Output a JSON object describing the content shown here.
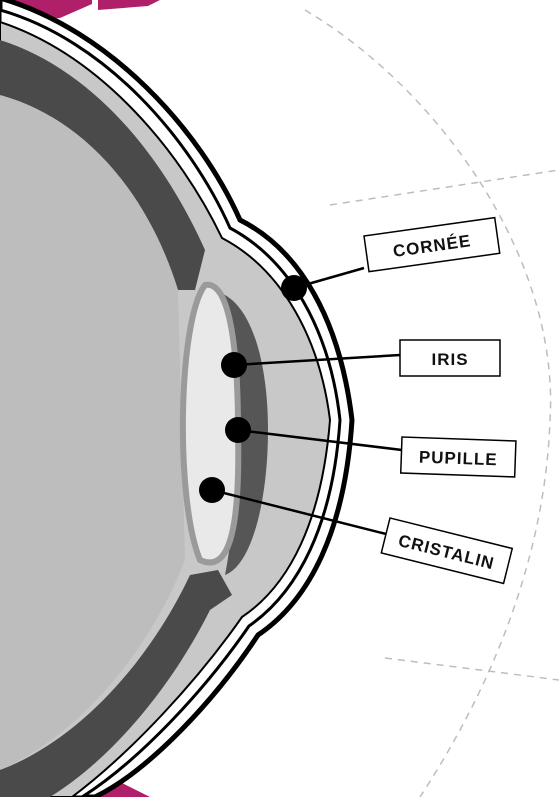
{
  "labels": {
    "cornea": "CORNÉE",
    "iris": "IRIS",
    "pupil": "PUPILLE",
    "lens": "CRISTALIN"
  },
  "colors": {
    "accent_magenta": "#b0206a",
    "outline": "#000000",
    "sclera_band": "#4a4a4a",
    "vitreous": "#bdbdbd",
    "aqueous": "#c8c8c8",
    "lens_fill": "#e9e9e9",
    "lens_edge": "#9a9a9a",
    "iris_fill": "#565656",
    "guide_line": "#bdbdbd"
  }
}
